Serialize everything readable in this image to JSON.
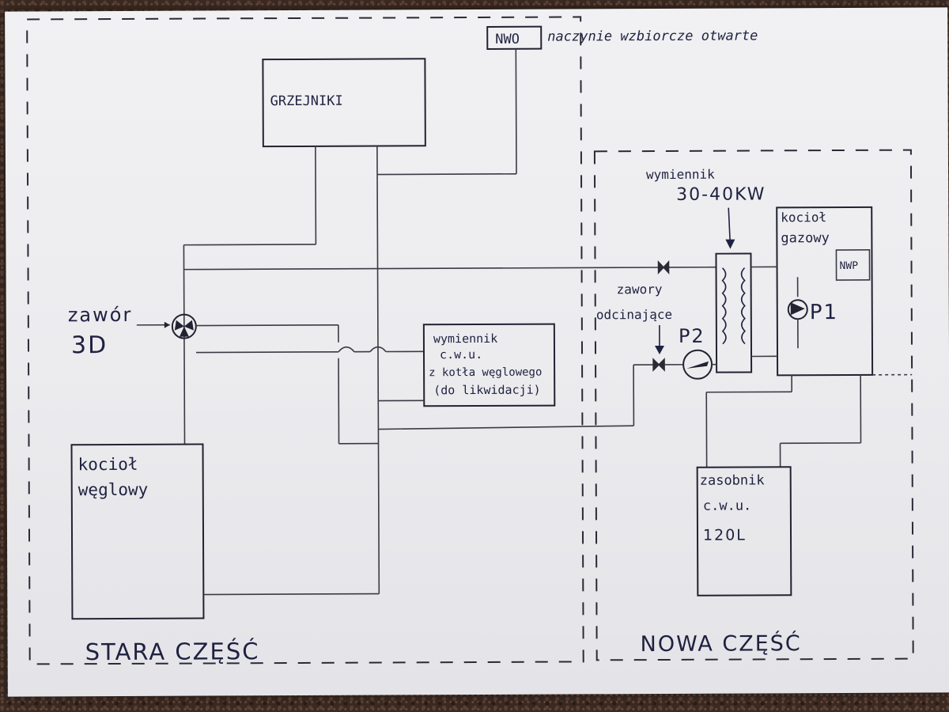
{
  "labels": {
    "nwo": "NWO",
    "nwo_desc": "naczynie wzbiorcze otwarte",
    "grzejniki": "GRZEJNIKI",
    "zawor_3d_line1": "zawór",
    "zawor_3d_line2": "3D",
    "wymiennik_cwu": [
      "wymiennik",
      "c.w.u.",
      "z kotła węglowego",
      "(do likwidacji)"
    ],
    "kociol_weglowy": [
      "kocioł",
      "węglowy"
    ],
    "stara_czesc": "STARA CZĘŚĆ",
    "nowa_czesc": "NOWA CZĘŚĆ",
    "wymiennik_kw": [
      "wymiennik",
      "30-40KW"
    ],
    "kociol_gazowy": [
      "kocioł",
      "gazowy"
    ],
    "nwp": "NWP",
    "p1": "P1",
    "p2": "P2",
    "zawory_odcinajace": [
      "zawory",
      "odcinające"
    ],
    "zasobnik": [
      "zasobnik",
      "c.w.u.",
      "120L"
    ]
  },
  "colors": {
    "ink": "#1f2140",
    "pencil": "#3a3a44",
    "paper": "#ececef",
    "background": "#3a2a22"
  }
}
